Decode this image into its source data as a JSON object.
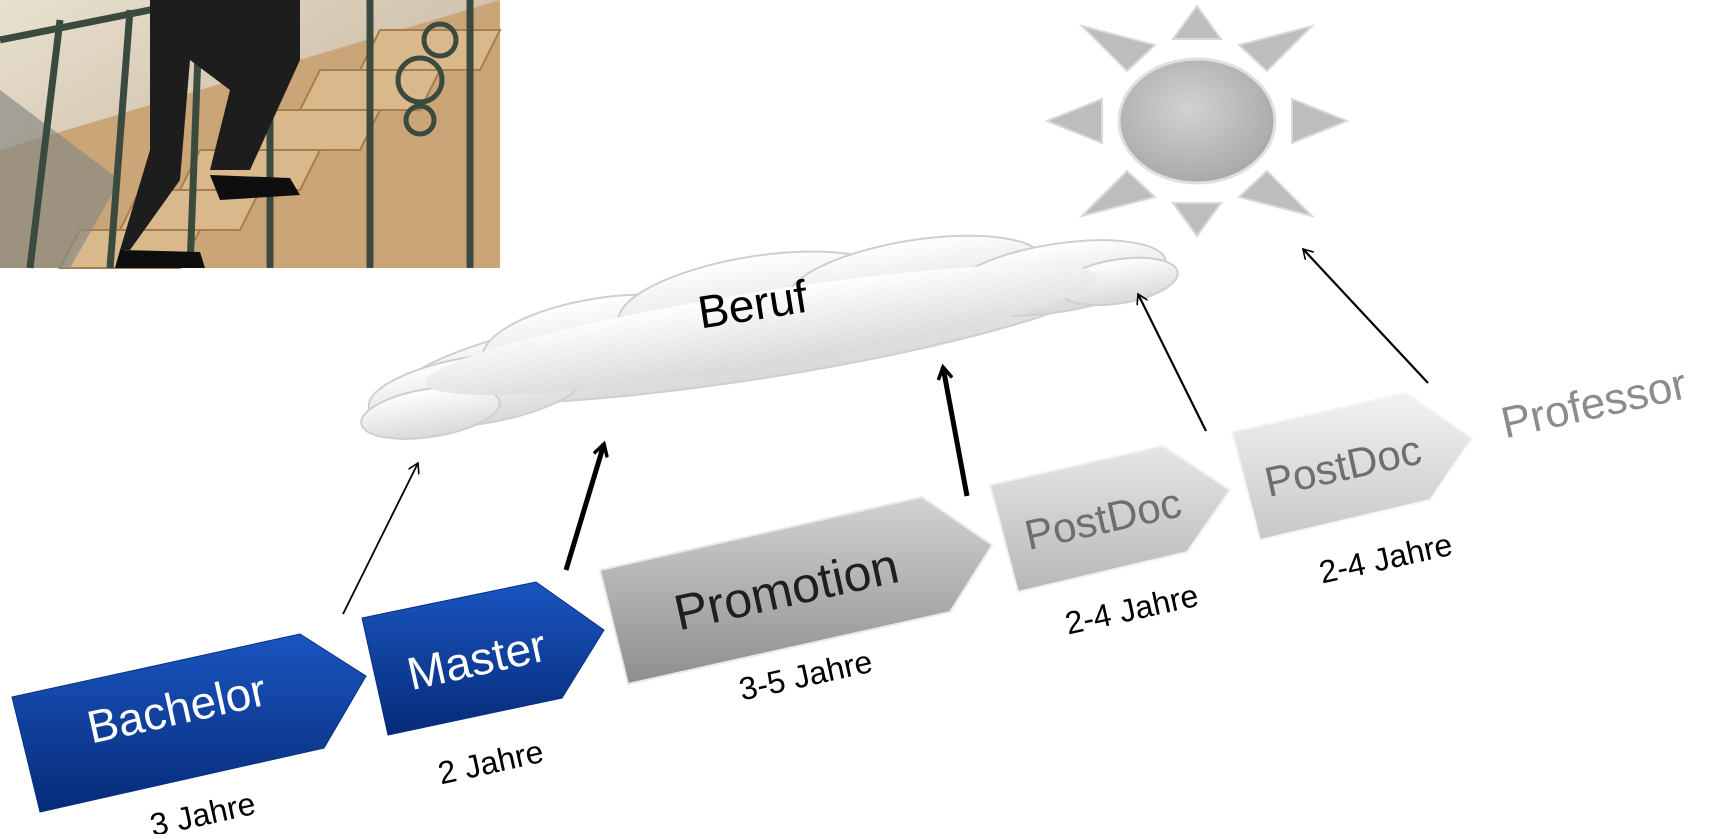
{
  "diagram": {
    "stages": [
      {
        "label": "Bachelor",
        "duration": "3 Jahre"
      },
      {
        "label": "Master",
        "duration": "2 Jahre"
      },
      {
        "label": "Promotion",
        "duration": "3-5 Jahre"
      },
      {
        "label": "PostDoc",
        "duration": "2-4 Jahre"
      },
      {
        "label": "PostDoc",
        "duration": "2-4 Jahre"
      }
    ],
    "career_label": "Beruf",
    "goal_label": "Professor"
  },
  "colors": {
    "blue_stage": "#0b3d9c",
    "blue_stage_dark": "#062b78",
    "grey_stage": "#a9a9a9",
    "light_stage": "#d8d8d8",
    "sun": "#bcbcbc",
    "goal_text": "#8c8c8c"
  },
  "icons": {
    "photo": "person-climbing-stairs-photo",
    "sun": "sun-icon",
    "cloud": "cloud-shape"
  }
}
